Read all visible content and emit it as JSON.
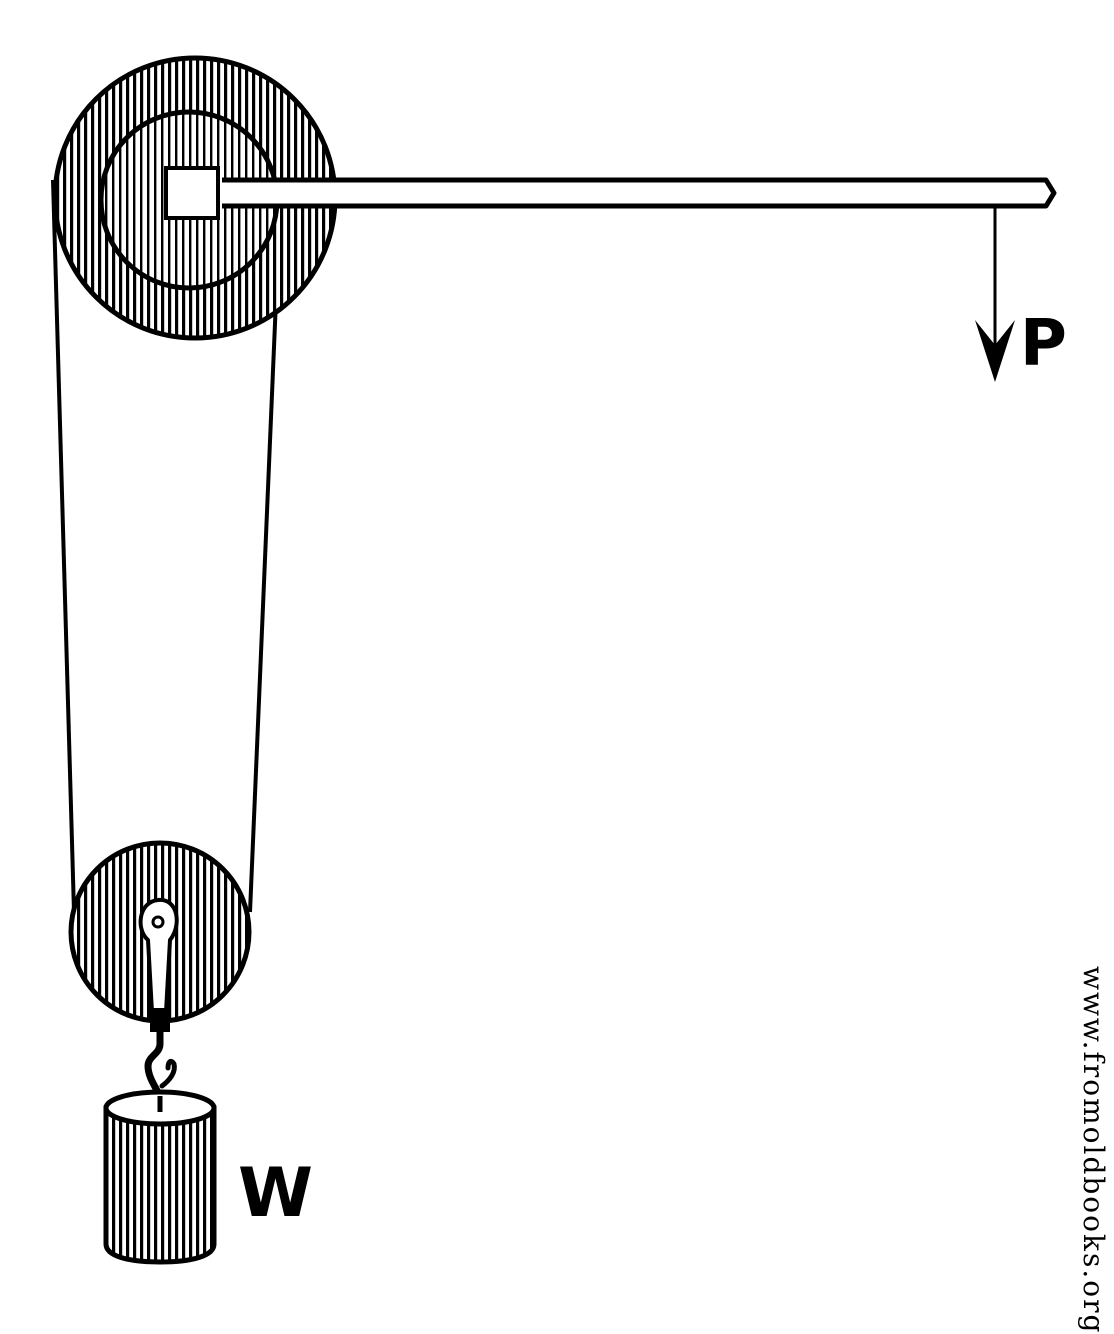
{
  "labels": {
    "effort": "P",
    "load": "W"
  },
  "watermark": "www.fromoldbooks.org",
  "colors": {
    "ink": "#000000",
    "paper": "#ffffff"
  }
}
